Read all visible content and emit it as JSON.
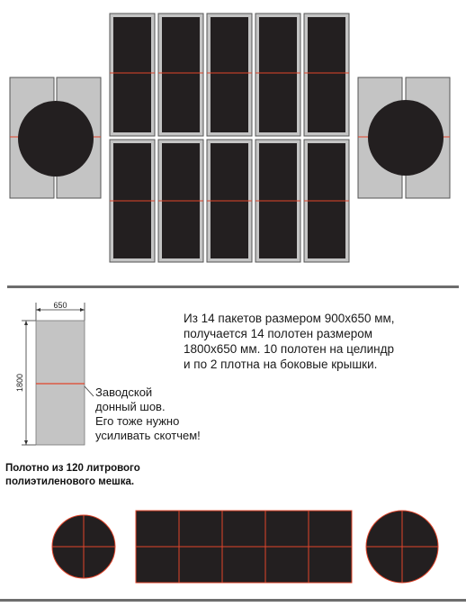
{
  "dimensions": {
    "width_label": "650",
    "height_label": "1800"
  },
  "description_lines": [
    "Из 14  пакетов размером 900х650 мм,",
    "получается 14 полотен размером",
    "1800х650 мм. 10 полотен на целиндр",
    "и по 2 плотна на боковые крышки."
  ],
  "seam_note_lines": [
    "Заводской",
    "донный шов.",
    "Его тоже нужно",
    "усиливать скотчем!"
  ],
  "caption_lines": [
    "Полотно из 120 литрового",
    "полиэтиленового мешка."
  ],
  "colors": {
    "sheet_dark": "#231f20",
    "sheet_gray": "#c4c4c4",
    "seam": "#e0442a",
    "divider": "#6d6d6d"
  }
}
